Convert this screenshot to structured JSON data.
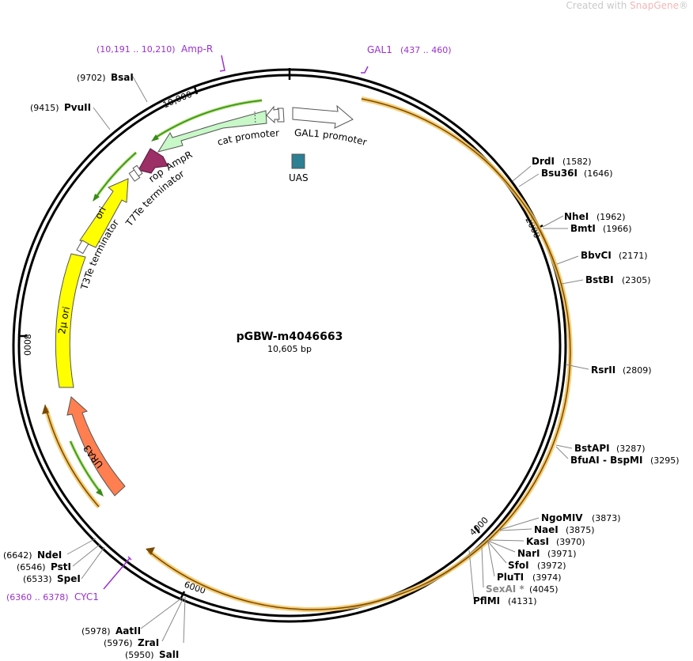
{
  "watermark": {
    "prefix": "Created with ",
    "brand": "SnapGene",
    "suffix": "®"
  },
  "plasmid": {
    "name": "pGBW-m4046663",
    "size_text": "10,605 bp",
    "total_bp": 10605
  },
  "colors": {
    "backbone": "#000000",
    "orf": "#f5c45e",
    "green_feature": "#3a8a1a",
    "cat_promoter": "#c8f7c8",
    "ori": "#ffff00",
    "ampr": "#9b2f66",
    "ura3": "#ff7f50",
    "uas": "#2d7f94",
    "primer": "#9b30d0",
    "sites": "#000000",
    "sexai": "#888888"
  },
  "ticks": [
    {
      "bp": 2000,
      "label": "2000"
    },
    {
      "bp": 4000,
      "label": "4000"
    },
    {
      "bp": 6000,
      "label": "6000"
    },
    {
      "bp": 8000,
      "label": "8000"
    },
    {
      "bp": 10000,
      "label": "10,000"
    }
  ],
  "primers": [
    {
      "name": "GAL1",
      "range": "(437 .. 460)"
    },
    {
      "name": "Amp-R",
      "range": "(10,191 .. 10,210)"
    },
    {
      "name": "CYC1",
      "range": "(6360 .. 6378)"
    }
  ],
  "features": [
    {
      "name": "GAL1 promoter",
      "type": "promoter"
    },
    {
      "name": "cat promoter",
      "type": "promoter"
    },
    {
      "name": "UAS",
      "type": "misc"
    },
    {
      "name": "AmpR",
      "type": "cds"
    },
    {
      "name": "rop",
      "type": "cds"
    },
    {
      "name": "T7Te terminator",
      "type": "terminator"
    },
    {
      "name": "ori",
      "type": "rep_origin"
    },
    {
      "name": "T3Te terminator",
      "type": "terminator"
    },
    {
      "name": "2μ ori",
      "type": "rep_origin"
    },
    {
      "name": "URA3",
      "type": "cds"
    }
  ],
  "sites": [
    {
      "name": "DrdI",
      "pos": "(1582)"
    },
    {
      "name": "Bsu36I",
      "pos": "(1646)"
    },
    {
      "name": "NheI",
      "pos": "(1962)"
    },
    {
      "name": "BmtI",
      "pos": "(1966)"
    },
    {
      "name": "BbvCI",
      "pos": "(2171)"
    },
    {
      "name": "BstBI",
      "pos": "(2305)"
    },
    {
      "name": "RsrII",
      "pos": "(2809)"
    },
    {
      "name": "BstAPI",
      "pos": "(3287)"
    },
    {
      "name": "BfuAI",
      "pos": ""
    },
    {
      "name": "- BspMI",
      "pos": "(3295)"
    },
    {
      "name": "NgoMIV",
      "pos": "(3873)"
    },
    {
      "name": "NaeI",
      "pos": "(3875)"
    },
    {
      "name": "KasI",
      "pos": "(3970)"
    },
    {
      "name": "NarI",
      "pos": "(3971)"
    },
    {
      "name": "SfoI",
      "pos": "(3972)"
    },
    {
      "name": "PluTI",
      "pos": "(3974)"
    },
    {
      "name": "SexAI *",
      "pos": "(4045)"
    },
    {
      "name": "PflMI",
      "pos": "(4131)"
    },
    {
      "name": "AatII",
      "pos": "(5978)"
    },
    {
      "name": "ZraI",
      "pos": "(5976)"
    },
    {
      "name": "SalI",
      "pos": "(5950)"
    },
    {
      "name": "NdeI",
      "pos": "(6642)"
    },
    {
      "name": "PstI",
      "pos": "(6546)"
    },
    {
      "name": "SpeI",
      "pos": "(6533)"
    },
    {
      "name": "BsaI",
      "pos": "(9702)"
    },
    {
      "name": "PvuII",
      "pos": "(9415)"
    }
  ]
}
